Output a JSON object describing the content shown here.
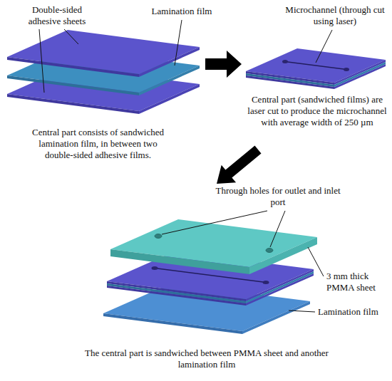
{
  "diagram": {
    "labels": [
      "Double-sided adhesive sheets",
      "Lamination film",
      "Microchannel (through cut using laser)",
      "Central part consists of sandwiched lamination film, in between two double-sided adhesive films.",
      "Central part (sandwiched films) are laser cut to produce the microchannel with average width of 250 µm",
      "Through holes for outlet and inlet port",
      "3 mm thick PMMA sheet",
      "Lamination film",
      "The central part is sandwiched between PMMA sheet and another lamination film"
    ]
  }
}
